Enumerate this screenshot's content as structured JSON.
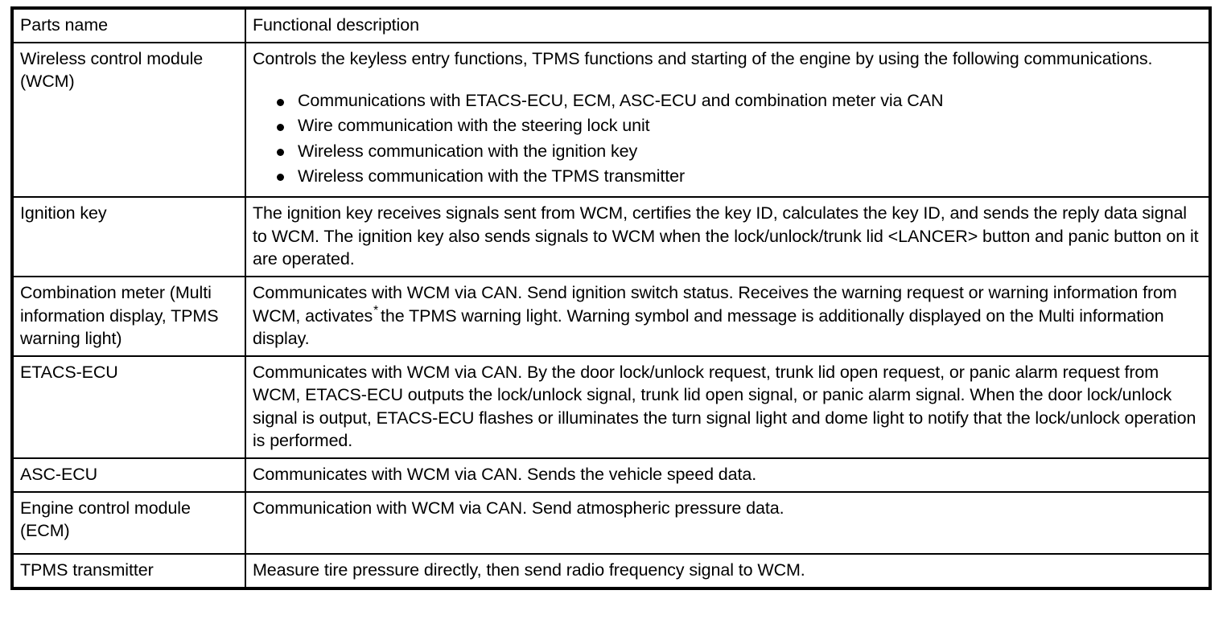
{
  "table": {
    "headers": {
      "parts_name": "Parts name",
      "functional_description": "Functional description"
    },
    "rows": [
      {
        "name": "Wireless control module (WCM)",
        "description_intro": "Controls the keyless entry functions, TPMS functions and starting of the engine by using the following communications.",
        "bullets": [
          "Communications with ETACS-ECU, ECM, ASC-ECU and combination meter via CAN",
          "Wire communication with the steering lock unit",
          "Wireless communication with the ignition key",
          "Wireless communication with the TPMS transmitter"
        ]
      },
      {
        "name": "Ignition key",
        "description": "The ignition key receives signals sent from WCM, certifies the key ID, calculates the key ID, and sends the reply data signal to WCM. The ignition key also sends signals to WCM when the lock/unlock/trunk lid <LANCER> button and panic button on it are operated."
      },
      {
        "name": "Combination meter (Multi information display, TPMS warning light)",
        "description_part1": "Communicates with WCM via CAN. Send ignition switch status. Receives the warning request or warning information from WCM, activates",
        "footnote_mark": "*",
        "description_part2": "the TPMS warning light. Warning symbol and message is additionally displayed on the Multi information display."
      },
      {
        "name": "ETACS-ECU",
        "description": "Communicates with WCM via CAN. By the door lock/unlock request, trunk lid open request, or panic alarm request from WCM, ETACS-ECU outputs the lock/unlock signal, trunk lid open signal, or panic alarm signal. When the door lock/unlock signal is output, ETACS-ECU flashes or illuminates the turn signal light and dome light to notify that the lock/unlock operation is performed."
      },
      {
        "name": "ASC-ECU",
        "description": "Communicates with WCM via CAN. Sends the vehicle speed data."
      },
      {
        "name": "Engine control module (ECM)",
        "description": "Communication with WCM via CAN. Send atmospheric pressure data."
      },
      {
        "name": "TPMS transmitter",
        "description": "Measure tire pressure directly, then send radio frequency signal to WCM."
      }
    ]
  }
}
